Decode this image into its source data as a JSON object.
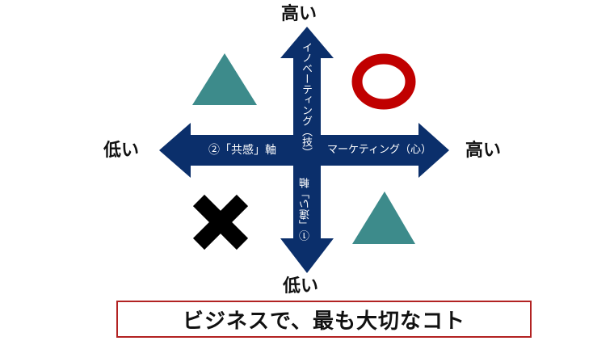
{
  "diagram": {
    "type": "four-quadrant matrix",
    "vertical_axis": {
      "top_label": "高い",
      "bottom_label": "低い",
      "upper_text": "イノベーティング（技）",
      "lower_text": "①「違い」軸"
    },
    "horizontal_axis": {
      "left_label": "低い",
      "right_label": "高い",
      "left_text": "②「共感」軸",
      "right_text": "マーケティング（心）"
    },
    "quadrants": {
      "top_left": {
        "symbol": "triangle",
        "color": "#3d8b8b"
      },
      "top_right": {
        "symbol": "circle",
        "color": "#c00000"
      },
      "bottom_left": {
        "symbol": "cross",
        "color": "#000000"
      },
      "bottom_right": {
        "symbol": "triangle",
        "color": "#3d8b8b"
      }
    },
    "arrow_color": "#0b2f6b",
    "conclusion": {
      "text": "ビジネスで、最も大切なコト",
      "border_color": "#b22222"
    }
  }
}
